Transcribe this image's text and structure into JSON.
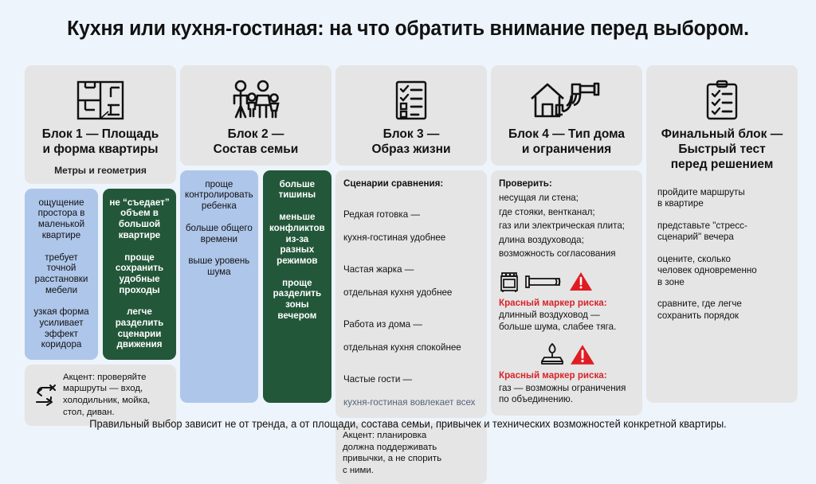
{
  "title": "Кухня или кухня-гостиная: на что обратить внимание перед выбором.",
  "footer": "Правильный выбор зависит не от тренда, а от площади, состава семьи, привычек и технических возможностей конкретной квартиры.",
  "colors": {
    "background": "#eef4fb",
    "card": "#e5e5e5",
    "pros_blue": "#aec6ea",
    "cons_green": "#23573a",
    "risk_red": "#d8232a",
    "text": "#111111"
  },
  "columns": [
    {
      "id": "block-1",
      "icon": "floor-plan-icon",
      "title": "Блок 1 — Площадь\nи форма квартиры",
      "subtitle": "Метры и геометрия",
      "pros": [
        "ощущение\nпростора\nв маленькой\nквартире",
        "требует\nточной\nрасстановки\nмебели",
        "узкая форма\nусиливает\nэффект\nкоридора"
      ],
      "cons": [
        "не “съедает”\nобъем в\nбольшой\nквартире",
        "проще\nсохранить\nудобные\nпроходы",
        "легче\nразделить\nсценарии\nдвижения"
      ],
      "note_icon": "route-arrows-icon",
      "note": "Акцент: проверяйте\nмаршруты — вход,\nхолодильник, мойка,\nстол, диван."
    },
    {
      "id": "block-2",
      "icon": "family-icon",
      "title": "Блок 2 —\nСостав семьи",
      "subtitle": "",
      "pros": [
        "проще\nконтролировать\nребенка",
        "больше\nобщего\nвремени",
        "выше\nуровень\nшума"
      ],
      "cons": [
        "больше\nтишины",
        "меньше\nконфликтов\nиз-за\nразных\nрежимов",
        "проще\nразделить\nзоны\nвечером"
      ],
      "note_icon": "",
      "note": ""
    },
    {
      "id": "block-3",
      "icon": "checklist-icon",
      "title": "Блок 3 —\nОбраз жизни",
      "lead": "Сценарии сравнения:",
      "items": [
        {
          "head": "Редкая готовка —",
          "tail": "кухня-гостиная удобнее",
          "highlight": false
        },
        {
          "head": "Частая жарка —",
          "tail": "отдельная кухня удобнее",
          "highlight": false
        },
        {
          "head": "Работа из дома —",
          "tail": "отдельная кухня спокойнее",
          "highlight": false
        },
        {
          "head": "Частые гости —",
          "tail": "кухня-гостиная вовлекает всех",
          "highlight": true
        }
      ],
      "note": "Акцент: планировка\nдолжна поддерживать\nпривычки, а не спорить\nс ними."
    },
    {
      "id": "block-4",
      "icon": "house-duct-icon",
      "title": "Блок 4 — Тип дома\nи ограничения",
      "lead": "Проверить:",
      "checks": [
        "несущая ли стена;",
        "где стояки, вентканал;",
        "газ или электрическая плита;",
        "длина воздуховода;",
        "возможность согласования"
      ],
      "risks": [
        {
          "icons": [
            "stove-icon",
            "duct-icon",
            "warning-triangle-icon"
          ],
          "label": "Красный маркер риска:",
          "text": "длинный воздуховод —\nбольше шума, слабее тяга."
        },
        {
          "icons": [
            "gas-burner-icon",
            "warning-triangle-icon"
          ],
          "label": "Красный маркер риска:",
          "text": "газ — возможны ограничения\nпо объединению."
        }
      ]
    },
    {
      "id": "block-final",
      "icon": "clipboard-check-icon",
      "title": "Финальный блок —\nБыстрый тест\nперед решением",
      "items": [
        "пройдите маршруты\nв квартире",
        "представьте \"стресс-\nсценарий\" вечера",
        "оцените, сколько\nчеловек одновременно\nв зоне",
        "сравните, где легче\nсохранить порядок"
      ]
    }
  ]
}
